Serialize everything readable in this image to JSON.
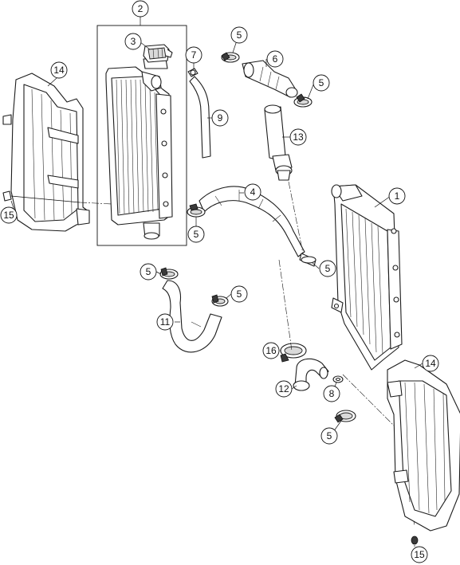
{
  "callouts": {
    "c1": "1",
    "c2": "2",
    "c3": "3",
    "c4": "4",
    "c5a": "5",
    "c5b": "5",
    "c5c": "5",
    "c5d": "5",
    "c5e": "5",
    "c5f": "5",
    "c5g": "5",
    "c6": "6",
    "c7": "7",
    "c8": "8",
    "c9": "9",
    "c11": "11",
    "c12": "12",
    "c13": "13",
    "c14a": "14",
    "c14b": "14",
    "c15a": "15",
    "c15b": "15",
    "c16": "16"
  },
  "colors": {
    "line": "#1c1c1c",
    "shade": "#d9d9d9",
    "background": "#ffffff"
  }
}
